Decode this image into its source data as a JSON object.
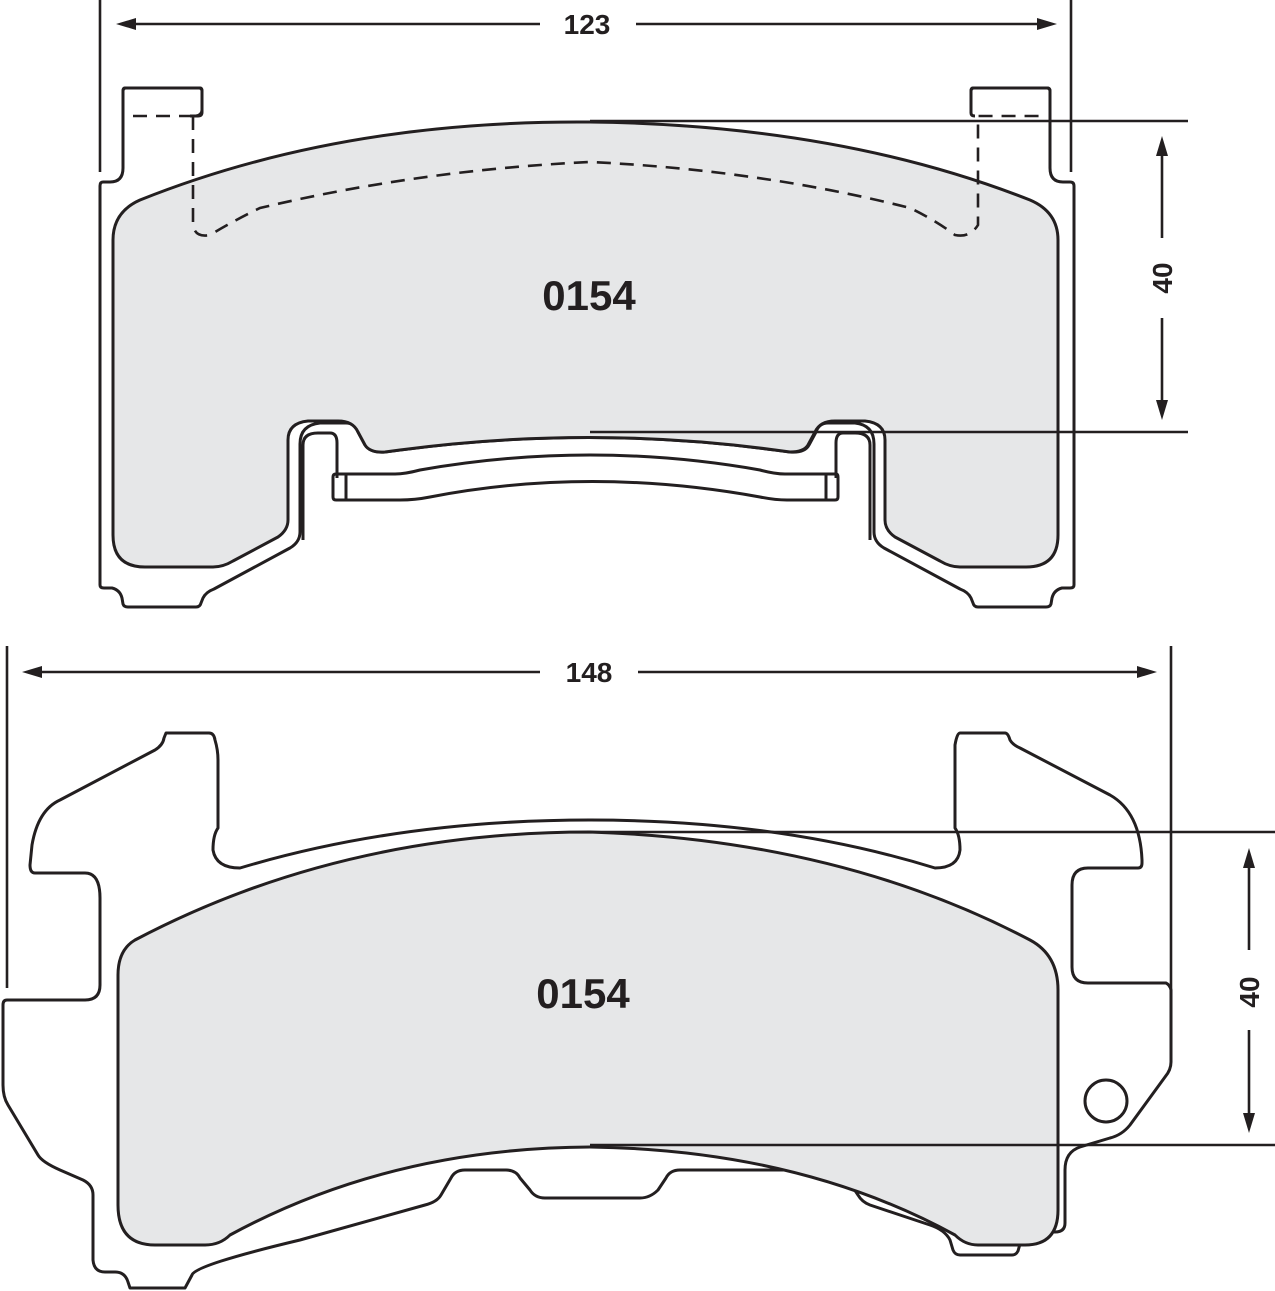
{
  "drawing": {
    "type": "brake pad technical drawing",
    "colors": {
      "line": "#231f20",
      "pad_fill": "#e6e7e8",
      "background": "#ffffff"
    },
    "views": [
      {
        "name": "top-view",
        "part_number": "0154",
        "dimensions": {
          "width": "123",
          "height": "40"
        }
      },
      {
        "name": "bottom-view",
        "part_number": "0154",
        "dimensions": {
          "width": "148",
          "height": "40"
        }
      }
    ]
  }
}
